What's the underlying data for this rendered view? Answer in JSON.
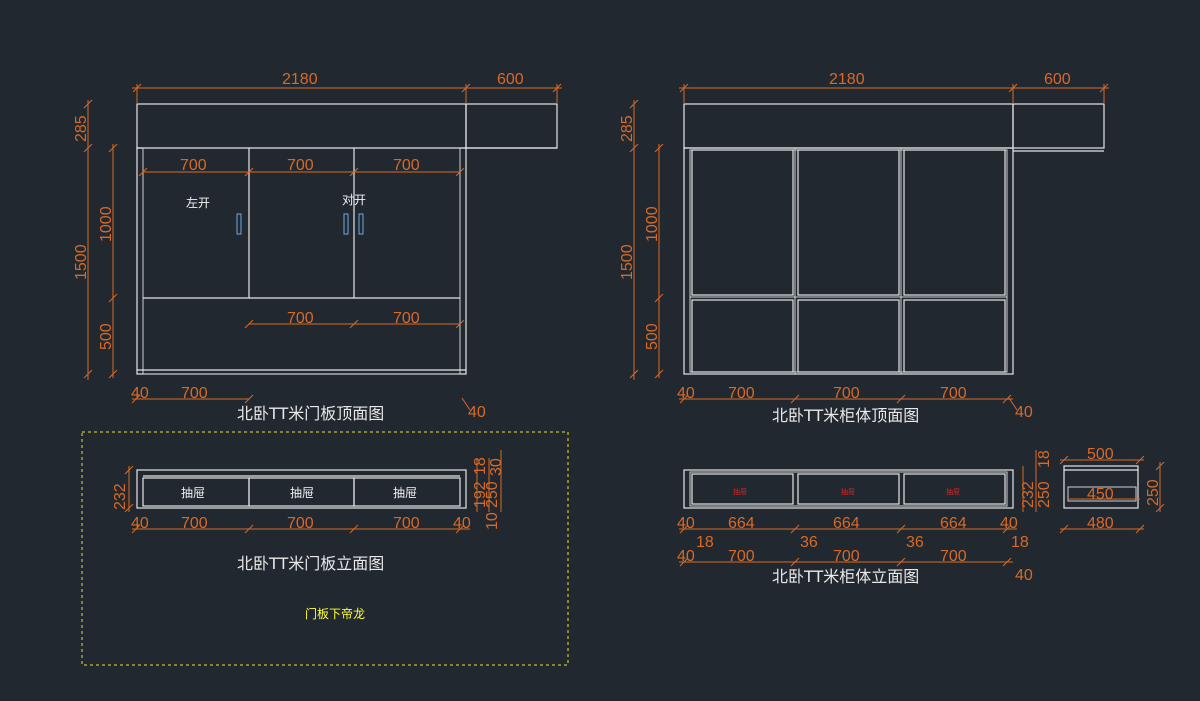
{
  "colors": {
    "background": "#212830",
    "lines": "#e6e6e6",
    "dimension": "#d96a26",
    "drawer_label": "#e02020",
    "note": "#ffff33",
    "handle": "#6fa8dc"
  },
  "views": {
    "door_top": {
      "title": "北卧TT米门板顶面图",
      "dims": {
        "width": "2180",
        "ext": "600",
        "h285": "285",
        "h1500": "1500",
        "h1000": "1000",
        "h500": "500",
        "d700a": "700",
        "d700b": "700",
        "d700c": "700",
        "d700d": "700",
        "d700e": "700",
        "d700f": "700",
        "d40a": "40",
        "d40b": "40"
      },
      "labels": {
        "left_open": "左开",
        "double_open": "对开"
      }
    },
    "cabinet_top": {
      "title": "北卧TT米柜体顶面图",
      "dims": {
        "width": "2180",
        "ext": "600",
        "h285": "285",
        "h1500": "1500",
        "h1000": "1000",
        "h500": "500",
        "d700a": "700",
        "d700b": "700",
        "d700c": "700",
        "d40a": "40",
        "d40b": "40"
      }
    },
    "door_front": {
      "title": "北卧TT米门板立面图",
      "note": "门板下帝龙",
      "drawers": [
        "抽屉",
        "抽屉",
        "抽屉"
      ],
      "dims": {
        "h232": "232",
        "d40a": "40",
        "d700a": "700",
        "d700b": "700",
        "d700c": "700",
        "d40b": "40",
        "r192": "192",
        "r18": "18",
        "r250": "250",
        "r30": "30",
        "r10": "10"
      }
    },
    "cabinet_front": {
      "title": "北卧TT米柜体立面图",
      "drawers": [
        "抽屉",
        "抽屉",
        "抽屉"
      ],
      "dims": {
        "h232": "232",
        "h250": "250",
        "h18": "18",
        "d40a": "40",
        "d664a": "664",
        "d664b": "664",
        "d664c": "664",
        "d40b": "40",
        "d18a": "18",
        "d36a": "36",
        "d36b": "36",
        "d18b": "18",
        "d40c": "40",
        "d700a": "700",
        "d700b": "700",
        "d700c": "700",
        "d40d": "40"
      }
    },
    "side_section": {
      "dims": {
        "top": "500",
        "mid": "450",
        "bottom": "480",
        "right": "250"
      }
    }
  }
}
